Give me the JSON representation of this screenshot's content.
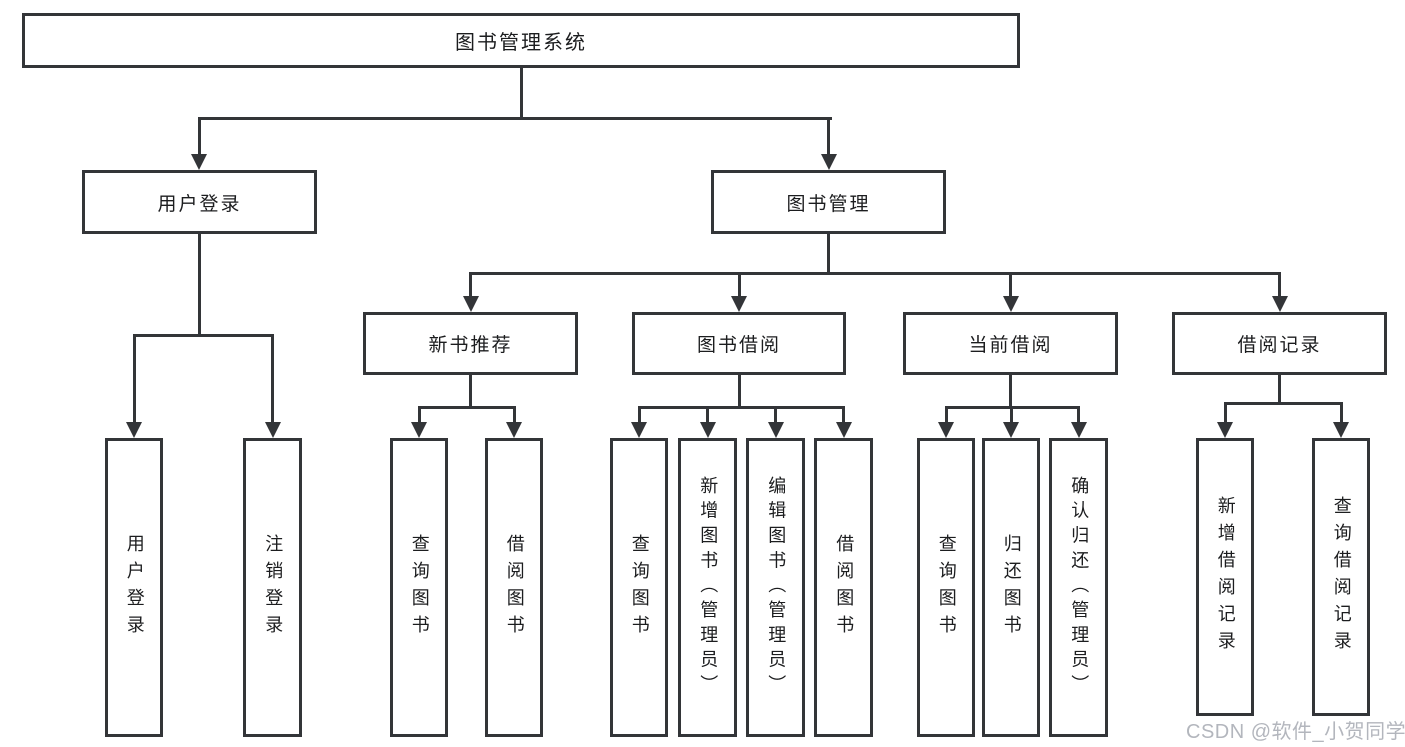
{
  "nodes": {
    "root": {
      "label": "图书管理系统"
    },
    "level2": [
      {
        "label": "用户登录"
      },
      {
        "label": "图书管理"
      }
    ],
    "level3": [
      {
        "label": "新书推荐"
      },
      {
        "label": "图书借阅"
      },
      {
        "label": "当前借阅"
      },
      {
        "label": "借阅记录"
      }
    ],
    "leaves": [
      {
        "label": "用户登录"
      },
      {
        "label": "注销登录"
      },
      {
        "label": "查询图书"
      },
      {
        "label": "借阅图书"
      },
      {
        "label": "查询图书"
      },
      {
        "label": "新增图书（管理员）"
      },
      {
        "label": "编辑图书（管理员）"
      },
      {
        "label": "借阅图书"
      },
      {
        "label": "查询图书"
      },
      {
        "label": "归还图书"
      },
      {
        "label": "确认归还（管理员）"
      },
      {
        "label": "新增借阅记录"
      },
      {
        "label": "查询借阅记录"
      }
    ]
  },
  "watermark": "CSDN @软件_小贺同学",
  "colors": {
    "line": "#333538",
    "text": "#1c1d1f",
    "background": "#ffffff",
    "watermark": "#b3b6bd"
  }
}
